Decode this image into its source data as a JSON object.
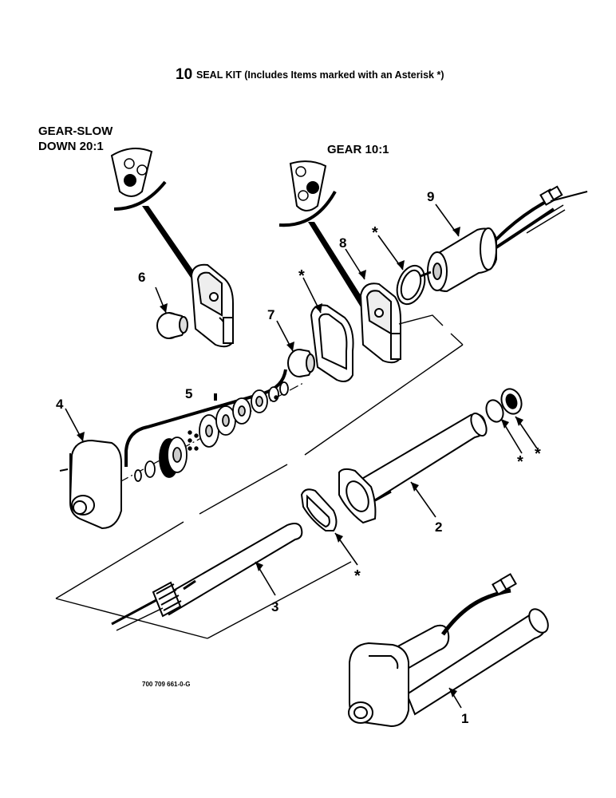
{
  "title": {
    "number": "10",
    "text": "SEAL KIT (Includes Items marked with an Asterisk *)"
  },
  "callouts": {
    "gear_slow": [
      "GEAR-SLOW",
      "DOWN 20:1"
    ],
    "gear_10": "GEAR 10:1"
  },
  "items": [
    {
      "number": "1"
    },
    {
      "number": "2"
    },
    {
      "number": "3"
    },
    {
      "number": "4"
    },
    {
      "number": "5"
    },
    {
      "number": "6"
    },
    {
      "number": "7"
    },
    {
      "number": "8"
    },
    {
      "number": "9"
    }
  ],
  "asterisk": "*",
  "drawing_number": "700 709 661-0-G"
}
